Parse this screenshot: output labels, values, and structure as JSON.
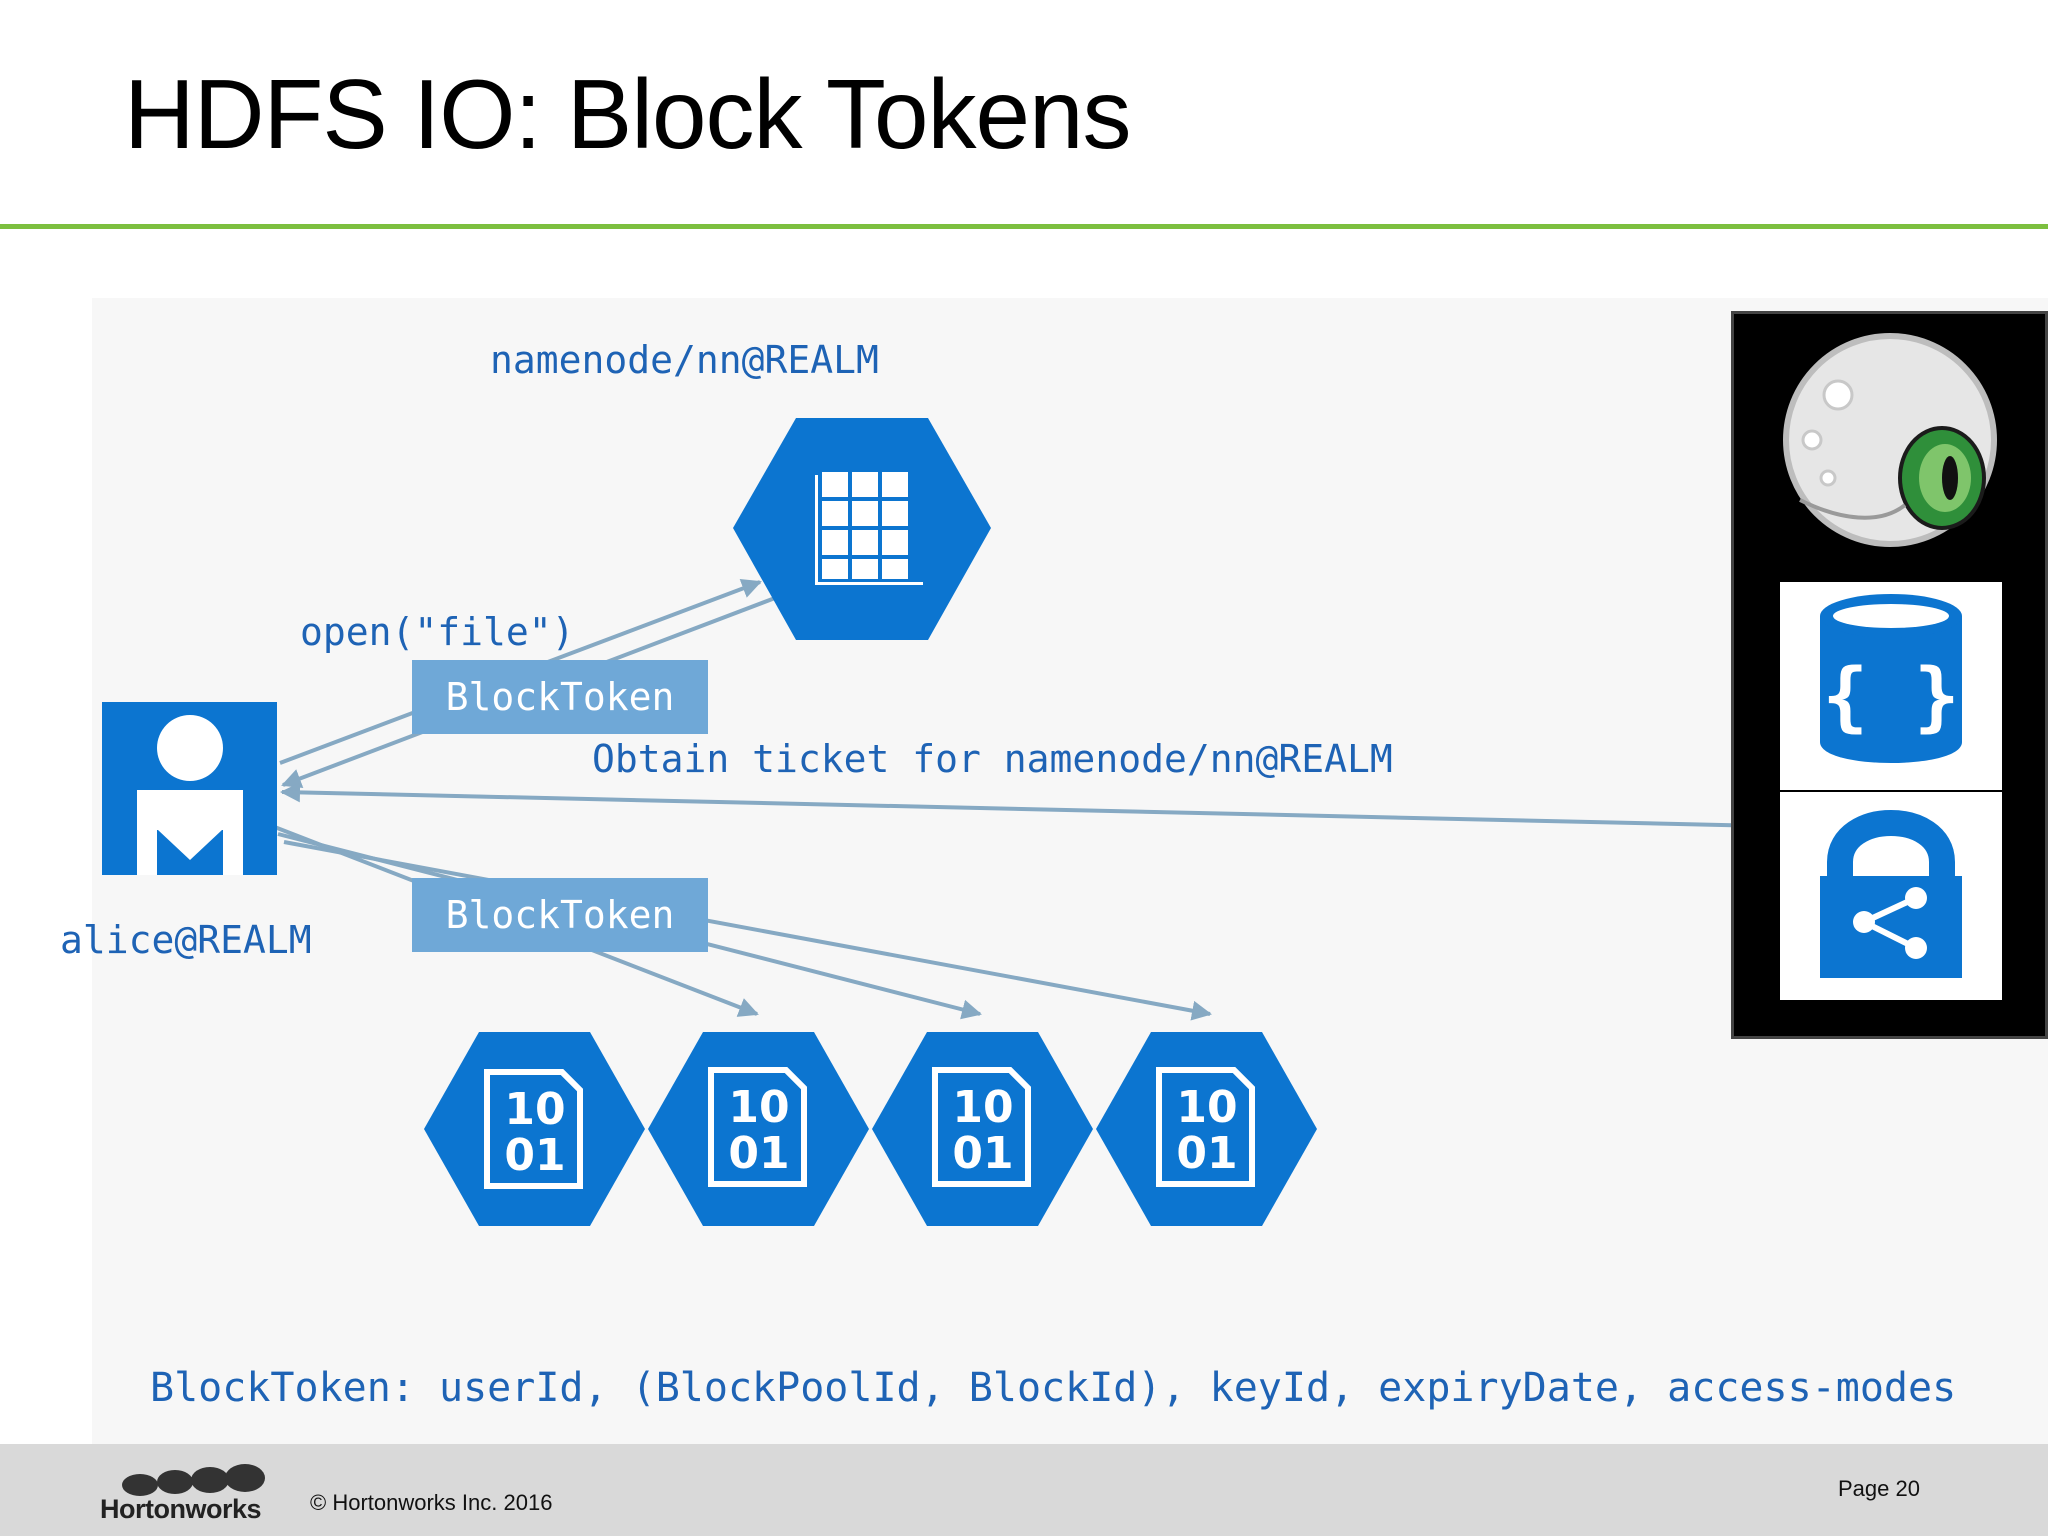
{
  "slide": {
    "title": "HDFS IO: Block Tokens",
    "footer": {
      "copyright": "© Hortonworks Inc. 2016",
      "page": "Page 20",
      "brand": "Hortonworks"
    }
  },
  "diagram": {
    "namenode_label": "namenode/nn@REALM",
    "open_label": "open(\"file\")",
    "token_label_top": "BlockToken",
    "token_label_bottom": "BlockToken",
    "obtain_label": "Obtain ticket for namenode/nn@REALM",
    "client_label": "alice@REALM",
    "datanode_glyph_top": "10",
    "datanode_glyph_bottom": "01",
    "definition": "BlockToken: userId, (BlockPoolId, BlockId), keyId, expiryDate, access-modes"
  },
  "colors": {
    "accent_green": "#7cbf3f",
    "azure_blue": "#0c75d0",
    "label_blue": "#1e63b5",
    "token_box": "#6fa8d7",
    "arrow": "#86a9c3"
  },
  "icons": [
    "namenode-icon",
    "user-icon",
    "datanode-icon",
    "kdc-eye-icon",
    "database-icon",
    "lock-share-icon",
    "hortonworks-logo"
  ]
}
